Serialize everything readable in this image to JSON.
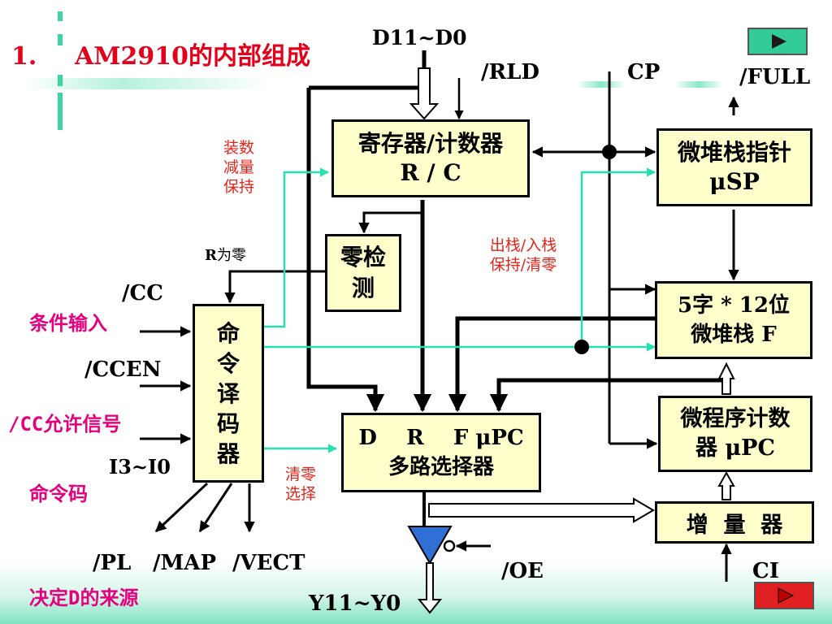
{
  "slide": {
    "title_number": "1.",
    "title_text": "AM2910的内部组成"
  },
  "blocks": {
    "register_counter": {
      "line1": "寄存器/计数器",
      "line2": "R / C"
    },
    "micro_stack_pointer": {
      "line1": "微堆栈指针",
      "line2": "μSP"
    },
    "zero_detect": {
      "line1": "零检",
      "line2": "测"
    },
    "micro_stack": {
      "line1": "5字 * 12位",
      "line2": "微堆栈 F"
    },
    "instruction_decoder": {
      "chars": [
        "命",
        "令",
        "译",
        "码",
        "器"
      ]
    },
    "micro_pc": {
      "line1": "微程序计数",
      "line2": "器  μPC"
    },
    "multiplexer": {
      "line1": "D    R    F μPC",
      "line2": "多路选择器"
    },
    "incrementer": {
      "label": "增  量  器"
    }
  },
  "signals": {
    "d_input": "D11~D0",
    "rld": "/RLD",
    "cp": "CP",
    "full": "/FULL",
    "cc": "/CC",
    "ccen": "/CCEN",
    "instr": "I3~I0",
    "pl": "/PL",
    "map": "/MAP",
    "vect": "/VECT",
    "oe": "/OE",
    "y_output": "Y11~Y0",
    "ci": "CI",
    "r_zero_prefix": "R",
    "r_zero_suffix": "为零"
  },
  "annotations": {
    "reg_ctrl": [
      "装数",
      "减量",
      "保持"
    ],
    "stack_ctrl": [
      "出栈/入栈",
      "保持/清零"
    ],
    "mux_ctrl": [
      "清零",
      "选择"
    ],
    "cond_input": "条件输入",
    "cc_enable": "/CC允许信号",
    "instr_code": "命令码",
    "d_source": "决定D的来源"
  },
  "colors": {
    "title_red": "#e3001b",
    "block_fill": "#ffffcc",
    "control_line": "#27e0b0",
    "note_red": "#e3251b",
    "note_magenta": "#e6007e",
    "buffer_blue": "#2f6fd6",
    "nav_green": "#33cc99",
    "nav_red": "#e02020"
  },
  "nav": {
    "next_icon": "play-right-icon",
    "prev_icon": "play-right-icon"
  }
}
